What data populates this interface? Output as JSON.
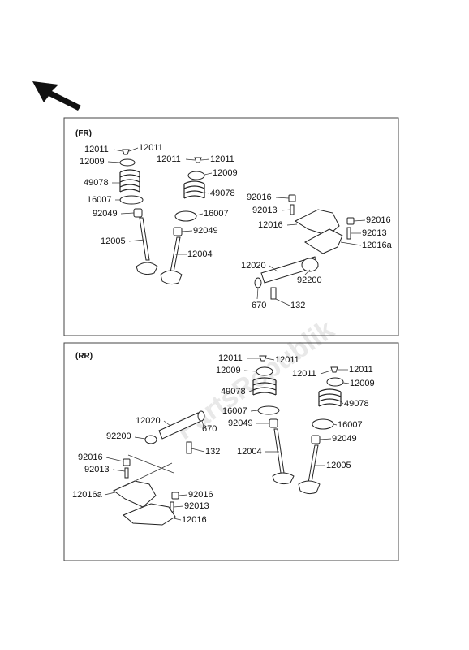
{
  "watermark": "PartsRepublik",
  "front": {
    "title": "(FR)",
    "callouts": {
      "a": "12011",
      "b": "12011",
      "c": "12009",
      "d": "49078",
      "e": "16007",
      "f": "92049",
      "g": "12005",
      "h": "12011",
      "i": "12011",
      "j": "12009",
      "k": "49078",
      "l": "16007",
      "m": "92049",
      "n": "12004",
      "o": "92016",
      "p": "92013",
      "q": "12016",
      "r": "92016",
      "s": "92013",
      "t": "12016a",
      "u": "12020",
      "v": "92200",
      "w": "670",
      "x": "132"
    }
  },
  "rear": {
    "title": "(RR)",
    "callouts": {
      "a": "12011",
      "b": "12011",
      "c": "12009",
      "d": "49078",
      "e": "16007",
      "f": "92049",
      "g": "12004",
      "h": "12011",
      "i": "12011",
      "j": "12009",
      "k": "49078",
      "l": "16007",
      "m": "92049",
      "n": "12005",
      "o": "12020",
      "p": "670",
      "q": "92200",
      "r": "132",
      "s": "92016",
      "t": "92013",
      "u": "12016a",
      "v": "92016",
      "w": "92013",
      "x": "12016"
    }
  }
}
